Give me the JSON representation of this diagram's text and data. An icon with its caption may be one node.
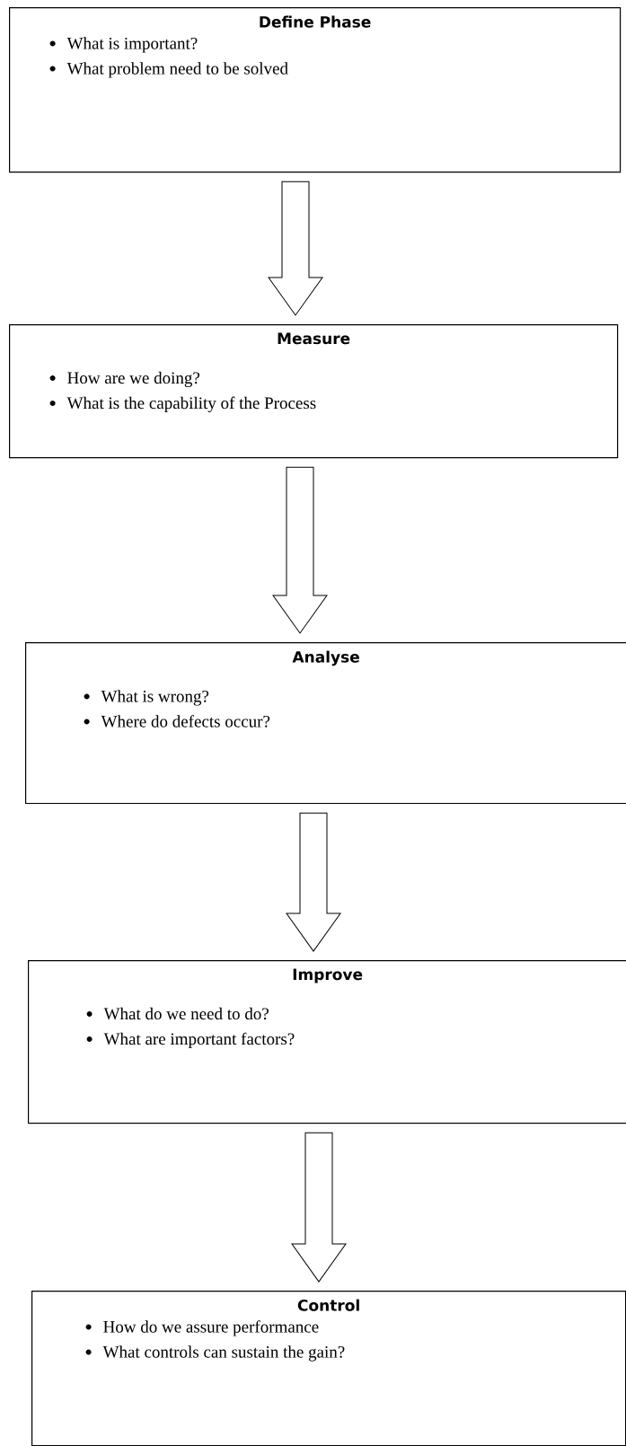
{
  "diagram": {
    "nodes": [
      {
        "text": [
          "Define Phase",
          "What is important?",
          "What problem need to be solved"
        ]
      },
      {
        "text": [
          "Measure",
          "How are we doing?",
          "What is the capability of the Process"
        ]
      },
      {
        "text": [
          "Analyse",
          "What is wrong?",
          "Where do defects occur?"
        ]
      },
      {
        "text": [
          "Improve",
          "What do we need to do?",
          "What are important factors?"
        ]
      },
      {
        "text": [
          "Control",
          "How do we assure performance",
          "What controls can sustain the gain?"
        ]
      }
    ],
    "edges": [
      {
        "from": 0,
        "to": 1,
        "arrow": "to"
      },
      {
        "from": 1,
        "to": 2,
        "arrow": "to"
      },
      {
        "from": 2,
        "to": 3,
        "arrow": "to"
      },
      {
        "from": 3,
        "to": 4,
        "arrow": "to"
      }
    ]
  }
}
